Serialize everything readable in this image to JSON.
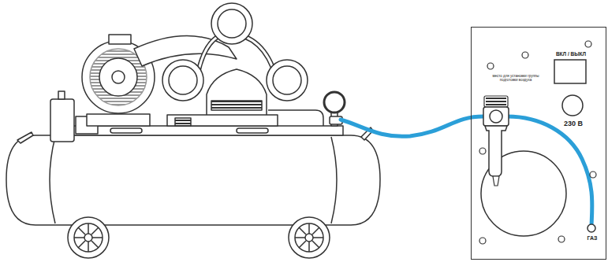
{
  "diagram": {
    "nodes": [
      {
        "text": [
          "ВКЛ / ВЫКЛ",
          "230 В",
          "место для установки группы подготовки воздуха",
          "ГАЗ"
        ]
      }
    ]
  }
}
